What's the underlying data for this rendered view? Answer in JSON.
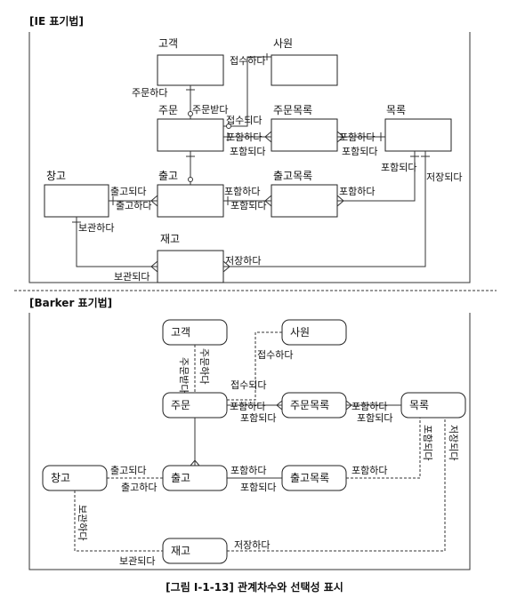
{
  "ie": {
    "section_title": "[IE 표기법]",
    "entities": {
      "customer": "고객",
      "employee": "사원",
      "order": "주문",
      "order_item": "주문목록",
      "catalog": "목록",
      "warehouse": "창고",
      "shipment": "출고",
      "shipment_item": "출고목록",
      "inventory": "재고"
    },
    "labels": {
      "accept_does": "접수하다",
      "orders_does": "주문하다",
      "is_ordered": "주문받다",
      "is_accepted": "접수되다",
      "includes_1": "포함하다",
      "included_1": "포함되다",
      "includes_2": "포함하다",
      "included_2": "포함되다",
      "included_3": "포함되다",
      "stored_1": "저장되다",
      "shipped": "출고되다",
      "ships": "출고하다",
      "includes_3": "포함하다",
      "included_4": "포함되다",
      "includes_4": "포함하다",
      "keeps": "보관하다",
      "kept": "보관되다",
      "stores": "저장하다"
    }
  },
  "barker": {
    "section_title": "[Barker 표기법]",
    "entities": {
      "customer": "고객",
      "employee": "사원",
      "order": "주문",
      "order_item": "주문목록",
      "catalog": "목록",
      "warehouse": "창고",
      "shipment": "출고",
      "shipment_item": "출고목록",
      "inventory": "재고"
    },
    "labels": {
      "is_ordered_v": "주문받다",
      "orders_v": "주문하다",
      "accepts": "접수하다",
      "is_accepted": "접수되다",
      "includes_1": "포함하다",
      "included_1": "포함되다",
      "includes_2": "포함하다",
      "included_2": "포함되다",
      "included_v": "포함되다",
      "stored_v": "저장되다",
      "shipped": "출고되다",
      "ships": "출고하다",
      "includes_3": "포함하다",
      "included_3": "포함되다",
      "includes_4": "포함하다",
      "keeps_v": "보관하다",
      "kept": "보관되다",
      "stores": "저장하다"
    }
  },
  "caption": "[그림 Ⅰ-1-13] 관계차수와 선택성 표시"
}
